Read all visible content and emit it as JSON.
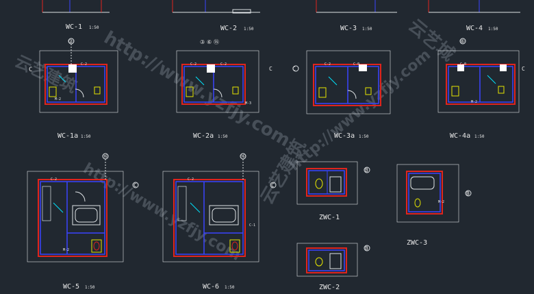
{
  "drawings": [
    {
      "id": "WC-1",
      "label": "WC-1",
      "scale": "1:50"
    },
    {
      "id": "WC-2",
      "label": "WC-2",
      "scale": "1:50"
    },
    {
      "id": "WC-3",
      "label": "WC-3",
      "scale": "1:50"
    },
    {
      "id": "WC-4",
      "label": "WC-4",
      "scale": "1:50"
    },
    {
      "id": "WC-1a",
      "label": "WC-1a",
      "scale": "1:50"
    },
    {
      "id": "WC-2a",
      "label": "WC-2a",
      "scale": "1:50"
    },
    {
      "id": "WC-3a",
      "label": "WC-3a",
      "scale": "1:50"
    },
    {
      "id": "WC-4a",
      "label": "WC-4a",
      "scale": "1:50"
    },
    {
      "id": "WC-5",
      "label": "WC-5",
      "scale": "1:50"
    },
    {
      "id": "WC-6",
      "label": "WC-6",
      "scale": "1:50"
    },
    {
      "id": "ZWC-1",
      "label": "ZWC-1",
      "scale": ""
    },
    {
      "id": "ZWC-2",
      "label": "ZWC-2",
      "scale": ""
    },
    {
      "id": "ZWC-3",
      "label": "ZWC-3",
      "scale": ""
    }
  ],
  "grid_markers": {
    "m2": "②",
    "m3": "③",
    "m6": "⑥",
    "m15": "⑮",
    "m16": "⑯",
    "mC": "C",
    "mB": "B"
  },
  "tags": {
    "c2": "C-2",
    "c0": "C-0",
    "m2": "M-2",
    "m3": "M-3",
    "c1": "C-1"
  },
  "watermark": {
    "url": "http://www.yzfjy.com",
    "cn1": "云艺建筑",
    "cn2": "云艺城"
  },
  "colors": {
    "background": "#212830",
    "wall_red": "#e0241e",
    "wall_blue": "#3a44ff",
    "line_white": "#dfe3e6",
    "line_cyan": "#00e5ff",
    "yellow": "#e6e600",
    "label": "#e8e8e8"
  }
}
